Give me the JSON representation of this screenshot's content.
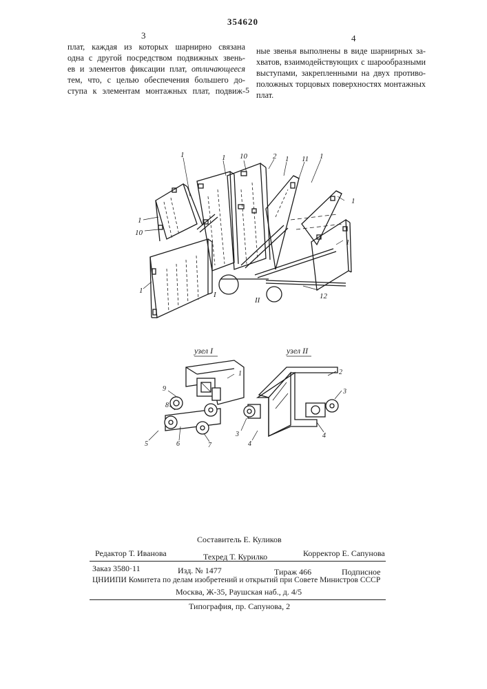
{
  "patent_number": "354620",
  "column_numbers": {
    "left": "3",
    "right": "4"
  },
  "line_marker": "5",
  "left_column": [
    "плат, каждая из которых шарнирно связана",
    "одна с другой посредством подвижных звень-",
    "ев и элементов фиксации плат, ",
    "тем, что, с целью обеспечения большего до-",
    "ступа к элементам монтажных плат, подвиж-"
  ],
  "left_column_emph": "отличающееся",
  "right_column": [
    "ные звенья выполнены в виде шарнирных за-",
    "хватов, взаимодействующих с шарообразными",
    "выступами, закрепленными на двух противо-",
    "положных торцовых поверхностях монтажных",
    "плат."
  ],
  "figure": {
    "node_labels": {
      "node1": "узел I",
      "node2": "узел II"
    },
    "main_labels": [
      "1",
      "1",
      "10",
      "2",
      "1",
      "11",
      "1",
      "1",
      "10",
      "1",
      "1",
      "1",
      "I",
      "II",
      "12"
    ],
    "node1_labels": [
      "1",
      "9",
      "8",
      "5",
      "6",
      "7"
    ],
    "node2_labels": [
      "2",
      "3",
      "3",
      "4",
      "4"
    ]
  },
  "footer": {
    "compiler": "Составитель  Е.  Куликов",
    "editor": "Редактор  Т.  Иванова",
    "techred": "Техред  Т.  Курилко",
    "corrector": "Корректор  Е.  Сапунова",
    "order": "Заказ  3580·11",
    "izd": "Изд.  №  1477",
    "tirage": "Тираж  466",
    "subscription": "Подписное",
    "org_line": "ЦНИИПИ  Комитета  по  делам  изобретений  и  открытий  при  Совете  Министров  СССР",
    "address": "Москва,  Ж-35,  Раушская  наб.,  д.  4/5",
    "printing": "Типография,  пр.  Сапунова,  2"
  }
}
